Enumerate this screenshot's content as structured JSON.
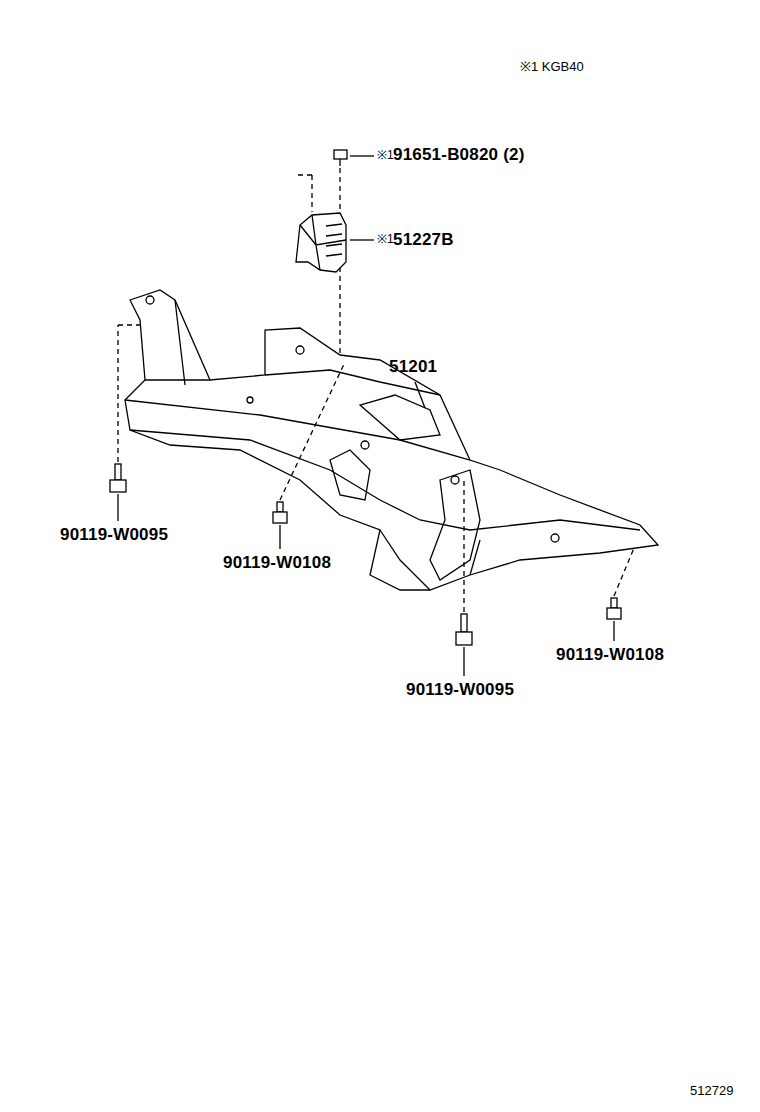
{
  "diagram": {
    "labels": [
      "※1 KGB40",
      "※1",
      "91651-B0820 (2)",
      "※1",
      "51227B",
      "51201",
      "90119-W0095",
      "90119-W0108",
      "90119-W0108",
      "90119-W0095",
      "512729"
    ]
  }
}
